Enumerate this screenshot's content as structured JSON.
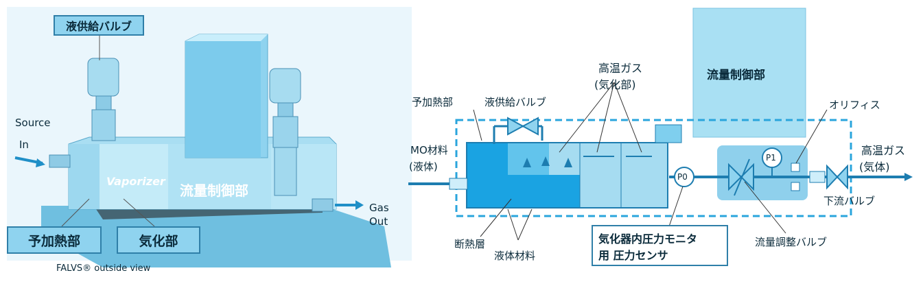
{
  "left": {
    "valve_label": "液供給バルブ",
    "source": "Source",
    "in": "In",
    "vaporizer": "Vaporizer",
    "flow_section": "流量制御部",
    "gas": "Gas",
    "out": "Out",
    "preheat": "予加熱部",
    "vaporize": "気化部",
    "caption": "FALVS® outside view"
  },
  "right": {
    "flow_control": "流量制御部",
    "hot_gas_top_1": "高温ガス",
    "hot_gas_top_2": "(気化部)",
    "preheat": "予加熱部",
    "liquid_valve": "液供給バルブ",
    "orifice": "オリフィス",
    "mo_1": "MO材料",
    "mo_2": "(液体)",
    "hot_gas_out_1": "高温ガス",
    "hot_gas_out_2": "(気体)",
    "p0": "P0",
    "p1": "P1",
    "down_valve": "下流バルブ",
    "insulation": "断熱層",
    "liquid_material": "液体材料",
    "sensor_1": "気化器内圧力モニタ",
    "sensor_2": "用 圧力センサ",
    "flow_valve": "流量調整バルブ"
  }
}
